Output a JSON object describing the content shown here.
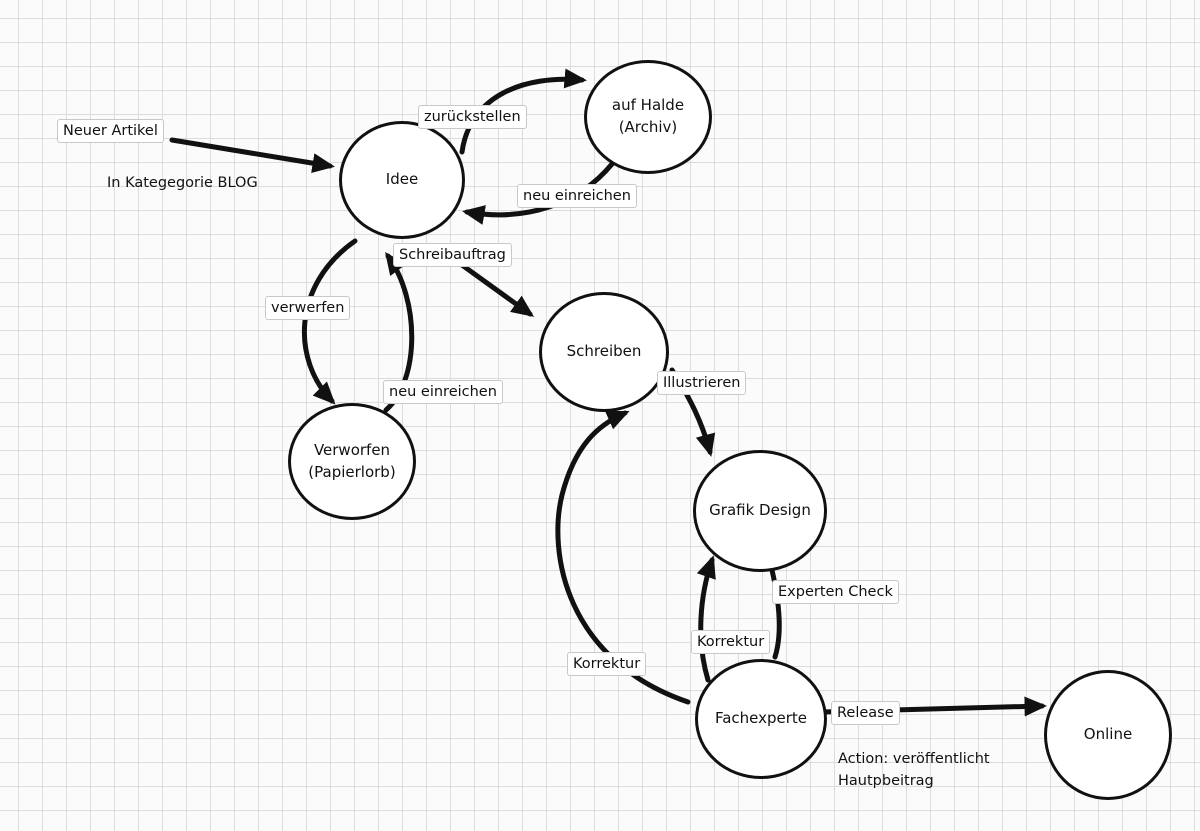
{
  "nodes": {
    "idee": "Idee",
    "halde_1": "auf Halde",
    "halde_2": "(Archiv)",
    "schreiben": "Schreiben",
    "verworfen_1": "Verworfen",
    "verworfen_2": "(Papierlorb)",
    "grafik": "Grafik Design",
    "fachexperte": "Fachexperte",
    "online": "Online"
  },
  "edges": {
    "neuer_artikel": "Neuer Artikel",
    "zurueckstellen": "zurückstellen",
    "neu_einreichen_archiv": "neu einreichen",
    "schreibauftrag": "Schreibauftrag",
    "verwerfen": "verwerfen",
    "neu_einreichen_verworfen": "neu einreichen",
    "illustrieren": "Illustrieren",
    "experten_check": "Experten Check",
    "korrektur_grafik": "Korrektur",
    "korrektur_schreiben": "Korrektur",
    "release": "Release"
  },
  "notes": {
    "kategorie": "In Kategegorie BLOG",
    "action_1": "Action: veröffentlicht",
    "action_2": "Hautpbeitrag"
  },
  "colors": {
    "stroke": "#111111",
    "background": "#fbfbfb",
    "grid": "#dcdcdc"
  }
}
